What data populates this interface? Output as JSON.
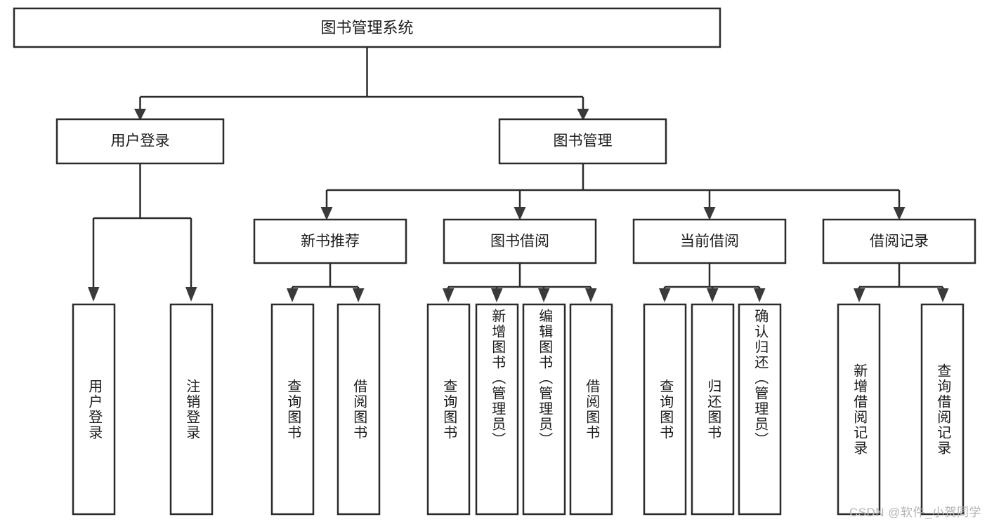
{
  "diagram": {
    "title": "图书管理系统",
    "type": "tree-hierarchy",
    "watermark": "CSDN @软件_小贺同学",
    "colors": {
      "stroke": "#2b2b2b",
      "fill": "#ffffff",
      "text": "#1c1c1c",
      "watermark": "#b4b4b4"
    },
    "nodes": {
      "root": {
        "label": "图书管理系统"
      },
      "level2": [
        {
          "id": "user-login",
          "label": "用户登录"
        },
        {
          "id": "book-management",
          "label": "图书管理"
        }
      ],
      "level3": [
        {
          "id": "new-book-recommend",
          "label": "新书推荐",
          "parent": "book-management"
        },
        {
          "id": "book-borrow",
          "label": "图书借阅",
          "parent": "book-management"
        },
        {
          "id": "current-borrow",
          "label": "当前借阅",
          "parent": "book-management"
        },
        {
          "id": "borrow-record",
          "label": "借阅记录",
          "parent": "book-management"
        }
      ],
      "leaves": [
        {
          "id": "leaf-user-login",
          "label": "用户登录",
          "parent": "user-login"
        },
        {
          "id": "leaf-logout-login",
          "label": "注销登录",
          "parent": "user-login"
        },
        {
          "id": "leaf-query-book-1",
          "label": "查询图书",
          "parent": "new-book-recommend"
        },
        {
          "id": "leaf-borrow-book-1",
          "label": "借阅图书",
          "parent": "new-book-recommend"
        },
        {
          "id": "leaf-query-book-2",
          "label": "查询图书",
          "parent": "book-borrow"
        },
        {
          "id": "leaf-add-book",
          "label": "新增图书（管理员）",
          "parent": "book-borrow"
        },
        {
          "id": "leaf-edit-book",
          "label": "编辑图书（管理员）",
          "parent": "book-borrow"
        },
        {
          "id": "leaf-borrow-book-2",
          "label": "借阅图书",
          "parent": "book-borrow"
        },
        {
          "id": "leaf-query-book-3",
          "label": "查询图书",
          "parent": "current-borrow"
        },
        {
          "id": "leaf-return-book",
          "label": "归还图书",
          "parent": "current-borrow"
        },
        {
          "id": "leaf-confirm-return",
          "label": "确认归还（管理员）",
          "parent": "current-borrow"
        },
        {
          "id": "leaf-add-record",
          "label": "新增借阅记录",
          "parent": "borrow-record"
        },
        {
          "id": "leaf-query-record",
          "label": "查询借阅记录",
          "parent": "borrow-record"
        }
      ]
    }
  }
}
